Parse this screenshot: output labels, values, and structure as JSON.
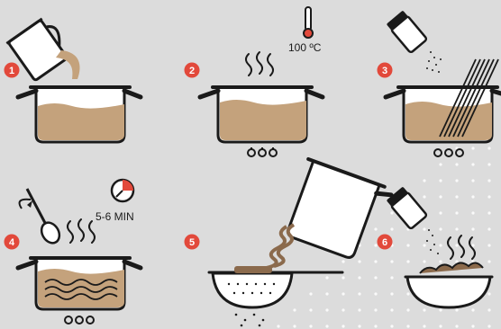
{
  "steps": [
    {
      "number": "1"
    },
    {
      "number": "2",
      "temperature": "100 ºC"
    },
    {
      "number": "3"
    },
    {
      "number": "4",
      "time": "5-6 MIN"
    },
    {
      "number": "5"
    },
    {
      "number": "6"
    }
  ],
  "colors": {
    "background": "#dcdcdc",
    "accent_red": "#e2493b",
    "broth": "#c4a27c",
    "line": "#1a1a1a",
    "white": "#ffffff"
  },
  "icons": [
    "pitcher-icon",
    "thermometer-icon",
    "salt-shaker-icon",
    "timer-icon",
    "spoon-icon",
    "steam-icon",
    "flame-icon",
    "pot-icon",
    "colander-icon",
    "bowl-icon"
  ]
}
